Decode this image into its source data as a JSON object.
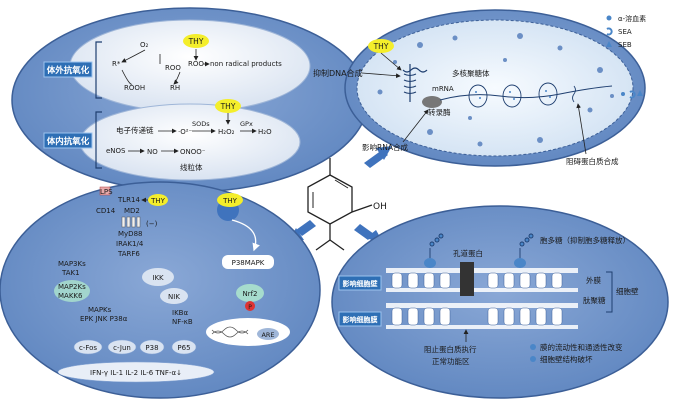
{
  "center": {
    "oh": "OH"
  },
  "top_left": {
    "label_vitro": "体外抗氧化",
    "label_vivo": "体内抗氧化",
    "thy_a": "THY",
    "thy_b": "THY",
    "o2": "O₂",
    "r": "R*",
    "roo": "ROO",
    "rooh": "ROOH",
    "rh": "RH",
    "roo2": "ROO",
    "nonrad": "non radical products",
    "etc": "电子传递链",
    "o2m": "·O²⁻",
    "sod": "SODs",
    "h2o2": "H₂O₂",
    "gpx": "GPx",
    "h2o": "H₂O",
    "enos": "eNOS",
    "no": "NO",
    "onoo": "ONOO⁻",
    "mito": "线粒体"
  },
  "top_right": {
    "thy": "THY",
    "dna": "抑制DNA合成",
    "mrna": "mRNA",
    "trans": "转录酶",
    "poly": "多核聚糖体",
    "rna": "影响RNA合成",
    "protein": "阻碍蛋白质合成",
    "legend": [
      {
        "label": "α-溶血素"
      },
      {
        "label": "SEA"
      },
      {
        "label": "SEB"
      }
    ]
  },
  "bottom_left": {
    "lps": "LPS",
    "tlr4": "TLR14",
    "thy_l": "THY",
    "cd14": "CD14",
    "md2": "MD2",
    "minus": "(−)",
    "myd88": "MyD88",
    "irak": "IRAK1/4",
    "tarf": "TARF6",
    "map3k": "MAP3Ks",
    "tak1": "TAK1",
    "map2k": "MAP2Ks",
    "makk": "MAKK6",
    "mapks": "MAPKs",
    "epk": "EPK JNK P38α",
    "ikk": "IKK",
    "nik": "NIK",
    "ikb": "IKBα",
    "nfkb": "NF-κB",
    "cfos": "c-Fos",
    "cjun": "c-Jun",
    "p38": "P38",
    "p65": "P65",
    "cytokines": "IFN-γ IL-1 IL-2 IL-6 TNF-α↓",
    "thy_r": "THY",
    "p38mapk": "P38MAPK",
    "nrf2": "Nrf2",
    "p": "P",
    "are": "ARE"
  },
  "bottom_right": {
    "pore": "孔道蛋白",
    "exo": "胞多糖（抑制胞多糖释放）",
    "outer": "外膜",
    "wall": "细胞壁",
    "pg": "肽聚糖",
    "wall_label": "影响细胞壁",
    "mem_label": "影响细胞膜",
    "stop": "阻止蛋白质执行",
    "func": "正常功能区",
    "leg1": "膜的流动性和通透性改变",
    "leg2": "细胞壁结构破坏"
  },
  "colors": {
    "ellipse_blue": "#6b8fc5",
    "ellipse_border": "#3c5f97",
    "thy_yellow": "#f4ee2b",
    "label_box": "#2e6fb5",
    "arrow_blue": "#3f73bd",
    "legend_blue": "#4a86c8"
  }
}
